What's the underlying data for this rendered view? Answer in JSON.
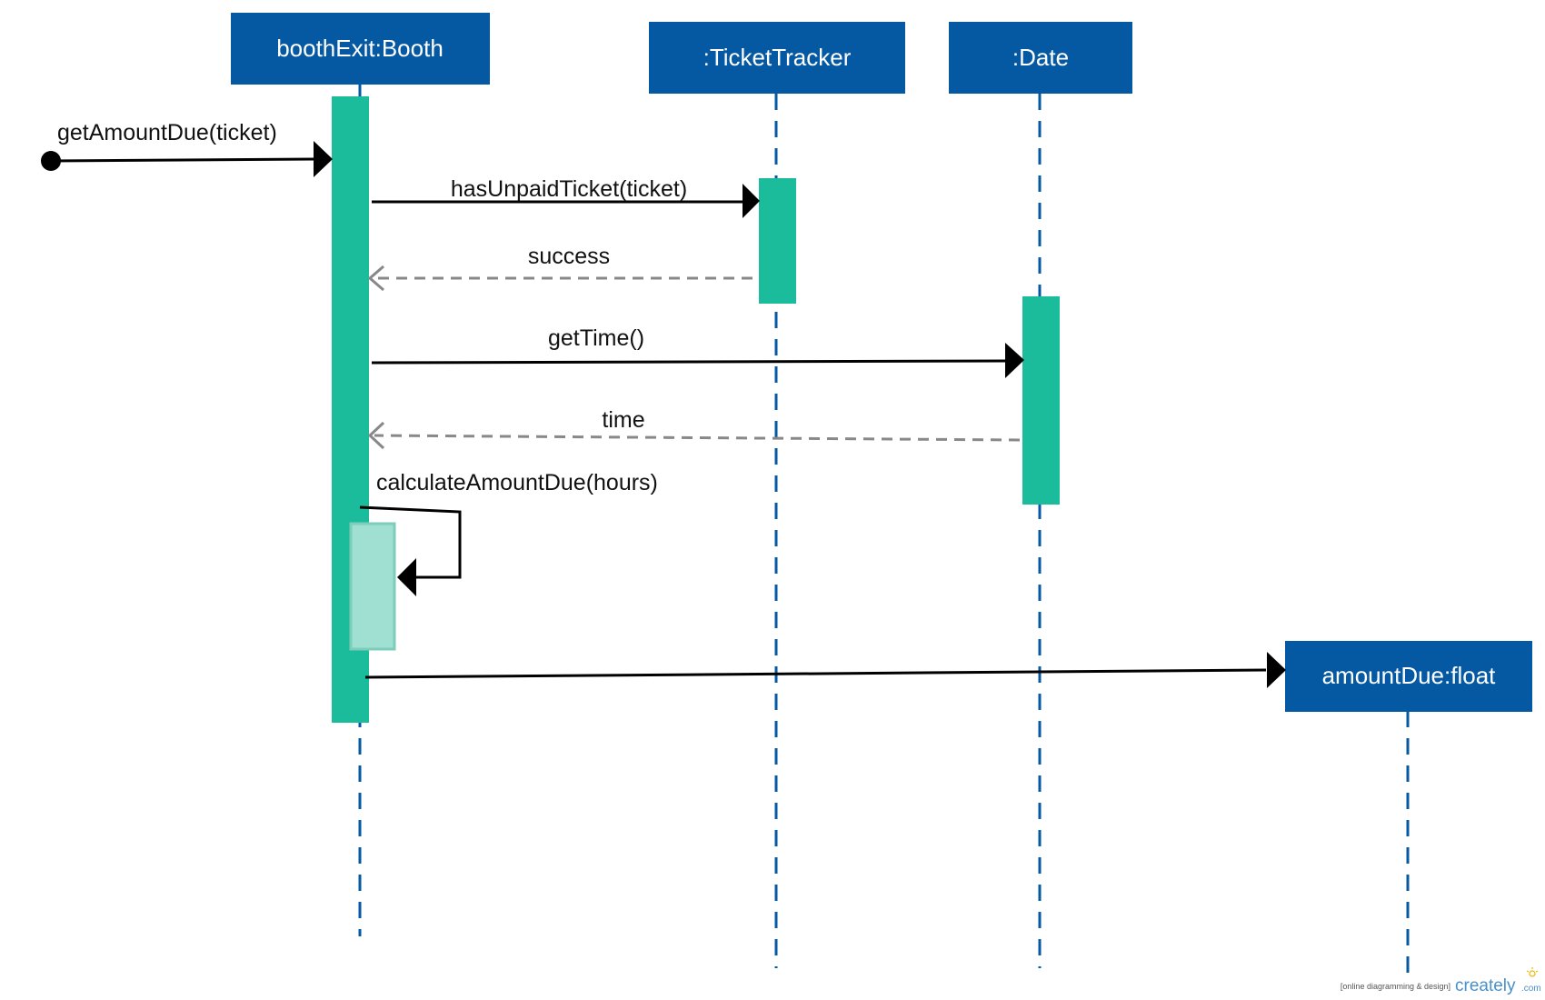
{
  "colors": {
    "header_fill": "#0559a3",
    "lifeline_dash": "#0559a3",
    "activation_fill": "#1bbc9b",
    "self_activation_fill": "#a0e0d3",
    "self_activation_stroke": "#7ccdb9",
    "message_line": "#000000",
    "return_line": "#888888"
  },
  "lifelines": {
    "booth": ":",
    "booth_title": "boothExit:Booth",
    "tracker_title": ":TicketTracker",
    "date_title": ":Date",
    "amount_title": "amountDue:float"
  },
  "messages": {
    "m1": "getAmountDue(ticket)",
    "m2": "hasUnpaidTicket(ticket)",
    "m3": "success",
    "m4": "getTime()",
    "m5": "time",
    "m6": "calculateAmountDue(hours)"
  },
  "watermark": {
    "tagline": "[online diagramming & design]",
    "brand": "creately",
    "suffix": ".com"
  }
}
